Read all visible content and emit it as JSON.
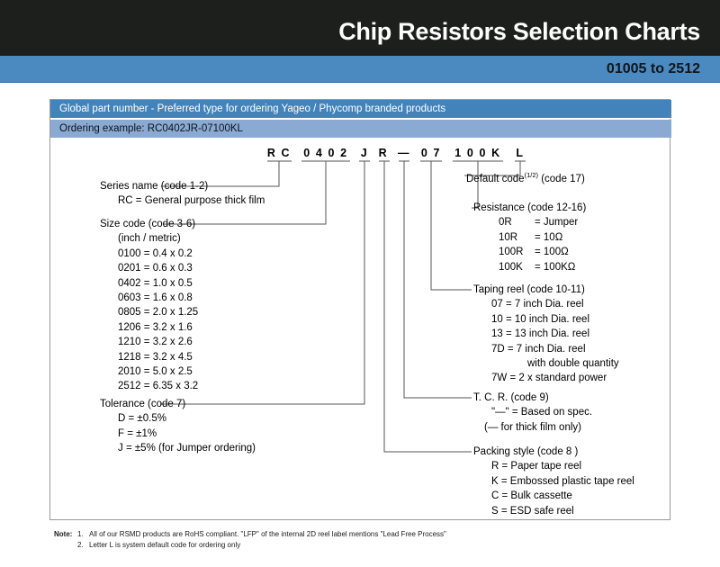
{
  "header": {
    "title": "Chip Resistors Selection Charts",
    "subtitle": "01005 to 2512",
    "dark_color": "#1c1f1c",
    "accent_color": "#4b8ac0"
  },
  "table": {
    "header_primary": "Global part number - Preferred type for ordering Yageo / Phycomp branded products",
    "header_secondary": "Ordering example: RC0402JR-07100KL",
    "primary_color": "#4383bb",
    "secondary_color": "#8aaad4"
  },
  "part_code": {
    "segments": [
      {
        "text": "R C",
        "name": "series"
      },
      {
        "text": "0 4 0 2",
        "name": "size"
      },
      {
        "text": "J",
        "name": "tolerance"
      },
      {
        "text": "R",
        "name": "packing"
      },
      {
        "text": "—",
        "name": "tcr"
      },
      {
        "text": "0 7",
        "name": "taping"
      },
      {
        "text": "1 0 0 K",
        "name": "resistance"
      },
      {
        "text": "L",
        "name": "default"
      }
    ]
  },
  "left_blocks": {
    "series": {
      "heading": "Series name (code 1-2)",
      "items": [
        "RC = General purpose thick film"
      ]
    },
    "size": {
      "heading": "Size code (code 3-6)",
      "subheading": "(inch / metric)",
      "items": [
        "0100 = 0.4 x 0.2",
        "0201 = 0.6 x 0.3",
        "0402 = 1.0 x 0.5",
        "0603 = 1.6 x 0.8",
        "0805 = 2.0 x 1.25",
        "1206 = 3.2 x 1.6",
        "1210 = 3.2 x 2.6",
        "1218 = 3.2 x 4.5",
        "2010 = 5.0 x 2.5",
        "2512 = 6.35 x 3.2"
      ]
    },
    "tolerance": {
      "heading": "Tolerance (code 7)",
      "items": [
        "D = ±0.5%",
        "F = ±1%",
        "J = ±5%  (for Jumper ordering)"
      ]
    }
  },
  "right_blocks": {
    "default_code": {
      "heading_pre": "Default code",
      "heading_sup": "(1/2)",
      "heading_post": " (code 17)"
    },
    "resistance": {
      "heading": "Resistance (code 12-16)",
      "rows": [
        {
          "code": "0R",
          "value": "= Jumper"
        },
        {
          "code": "10R",
          "value": "= 10Ω"
        },
        {
          "code": "100R",
          "value": "= 100Ω"
        },
        {
          "code": "100K",
          "value": "= 100KΩ"
        }
      ]
    },
    "taping_reel": {
      "heading": "Taping reel (code 10-11)",
      "items": [
        "07 = 7 inch Dia. reel",
        "10 = 10 inch Dia. reel",
        "13 = 13 inch Dia. reel",
        "7D = 7 inch Dia. reel"
      ],
      "sub_item": "with double quantity",
      "last_item": "7W = 2 x standard power"
    },
    "tcr": {
      "heading": "T. C. R. (code 9)",
      "items": [
        "\"—\" = Based on spec.",
        "(— for thick film only)"
      ]
    },
    "packing": {
      "heading": "Packing style (code 8 )",
      "items": [
        "R = Paper tape reel",
        "K = Embossed plastic tape reel",
        "C = Bulk cassette",
        "S = ESD safe reel"
      ]
    }
  },
  "notes": {
    "label": "Note:",
    "items": [
      {
        "num": "1.",
        "text": "All of our RSMD products are RoHS compliant. \"LFP\" of the internal 2D reel label mentions \"Lead Free Process\""
      },
      {
        "num": "2.",
        "text": "Letter L is system default code for ordering only"
      }
    ]
  }
}
